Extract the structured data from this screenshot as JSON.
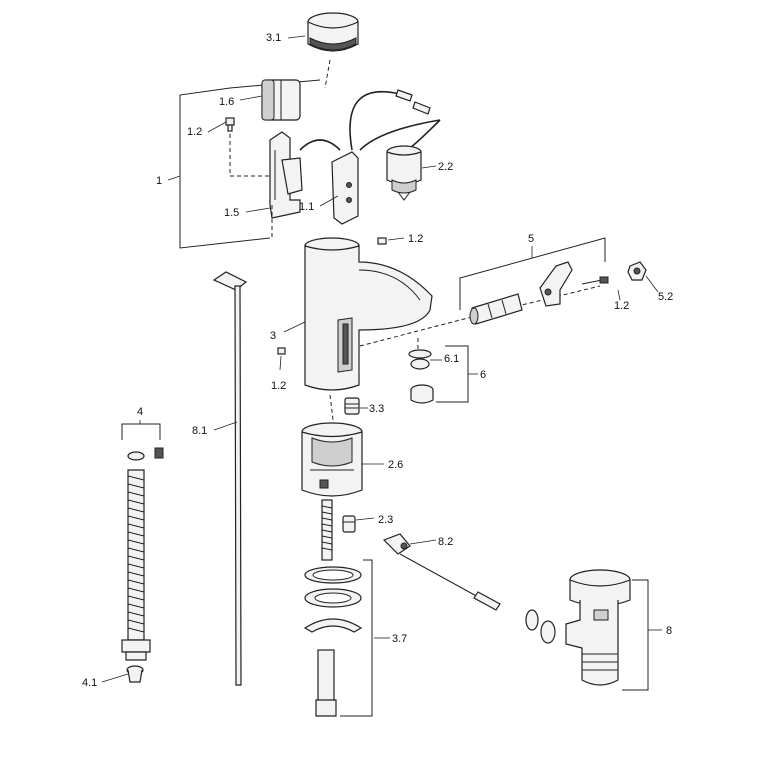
{
  "labels": {
    "l3_1": "3.1",
    "l1_6": "1.6",
    "l1_2a": "1.2",
    "l1": "1",
    "l1_5": "1.5",
    "l1_1": "1.1",
    "l2_2": "2.2",
    "l1_2b": "1.2",
    "l5": "5",
    "l5_2": "5.2",
    "l1_2c": "1.2",
    "l3": "3",
    "l1_2d": "1.2",
    "l6_1": "6.1",
    "l6": "6",
    "l3_3": "3.3",
    "l4": "4",
    "l8_1": "8.1",
    "l2_6": "2.6",
    "l2_3": "2.3",
    "l8_2": "8.2",
    "l8": "8",
    "l3_7": "3.7",
    "l4_1": "4.1"
  }
}
